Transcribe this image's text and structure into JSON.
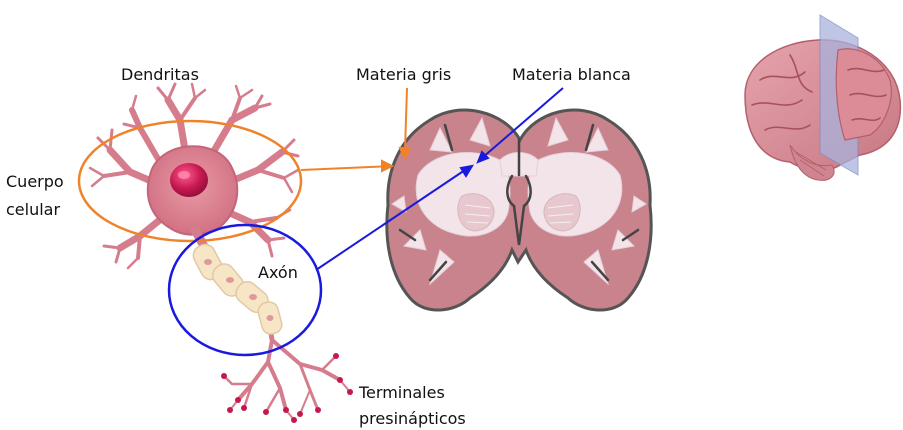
{
  "labels": {
    "dendrites": "Dendritas",
    "cell_body_line1": "Cuerpo",
    "cell_body_line2": "celular",
    "axon": "Axón",
    "terminals_line1": "Terminales",
    "terminals_line2": "presinápticos",
    "gray_matter": "Materia gris",
    "white_matter": "Materia blanca"
  },
  "colors": {
    "cell_body_highlight": "#f0832a",
    "axon_highlight": "#1a1adf",
    "neuron_pink": "#d9788a",
    "nucleus_magenta": "#c4184f",
    "myelin": "#f6e6c6",
    "brain_gray_matter": "#c8838c",
    "brain_white_matter": "#f3e4ea",
    "slice_plane": "#a9b2dd"
  },
  "icons": [
    "neuron-illustration",
    "brain-coronal-section",
    "brain-with-slice-plane"
  ]
}
